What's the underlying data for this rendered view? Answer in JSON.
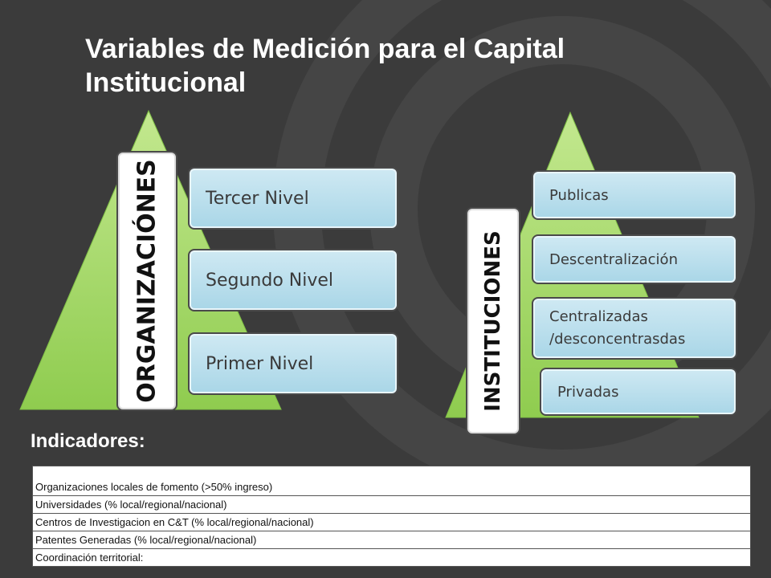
{
  "title": "Variables de Medición para el Capital Institucional",
  "organizaciones": {
    "label": "ORGANIZACIÓNES",
    "levels": [
      "Tercer Nivel",
      "Segundo Nivel",
      "Primer Nivel"
    ]
  },
  "instituciones": {
    "label": "INSTITUCIONES",
    "types": [
      "Publicas",
      "Descentralización",
      "Centralizadas /desconcentrasdas",
      "Privadas"
    ]
  },
  "indicadores": {
    "heading": "Indicadores:",
    "rows": [
      "Organizaciones locales de fomento (>50% ingreso)",
      "Universidades (% local/regional/nacional)",
      "Centros de Investigacion en C&T (% local/regional/nacional)",
      "Patentes Generadas (% local/regional/nacional)",
      "Coordinación territorial:"
    ]
  },
  "colors": {
    "background": "#3b3b3b",
    "pyramid_green": "#a6d86a",
    "box_blue": "#b7dfee"
  }
}
